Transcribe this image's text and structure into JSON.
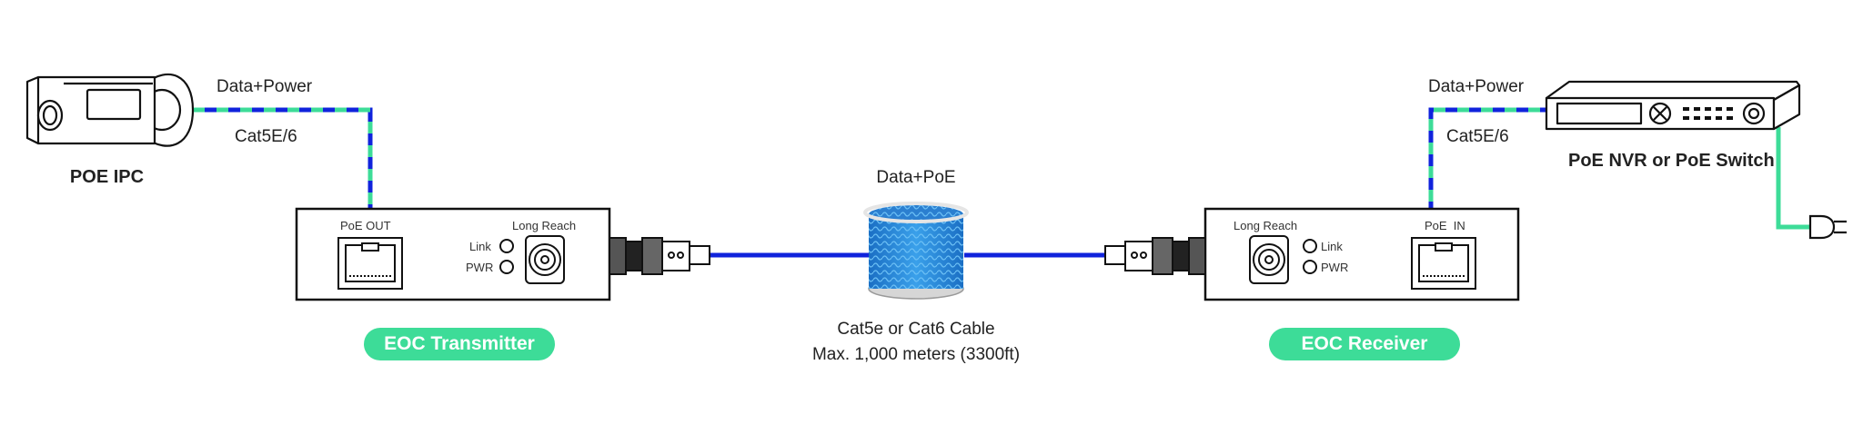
{
  "colors": {
    "cable_blue": "#1023dc",
    "cable_green": "#3ddc98",
    "pill_green": "#3ddc98",
    "spool_blue": "#2c8ee0",
    "device_stroke": "#111111"
  },
  "camera": {
    "label": "POE IPC"
  },
  "camera_link": {
    "top_label": "Data+Power",
    "bottom_label": "Cat5E/6"
  },
  "transmitter": {
    "port_label": "PoE OUT",
    "link_label": "Link",
    "pwr_label": "PWR",
    "bnc_label": "Long Reach",
    "name": "EOC Transmitter"
  },
  "spool": {
    "top_label": "Data+PoE",
    "caption_line1": "Cat5e or Cat6 Cable",
    "caption_line2": "Max. 1,000 meters (3300ft)"
  },
  "receiver": {
    "port_label": "PoE  IN",
    "link_label": "Link",
    "pwr_label": "PWR",
    "bnc_label": "Long Reach",
    "name": "EOC Receiver"
  },
  "nvr_link": {
    "top_label": "Data+Power",
    "bottom_label": "Cat5E/6"
  },
  "nvr": {
    "label": "PoE NVR or PoE Switch"
  },
  "icons": {
    "camera": "bullet-camera-icon",
    "rj45": "rj45-port-icon",
    "bnc": "bnc-connector-icon",
    "spool": "cable-spool-icon",
    "nvr": "nvr-device-icon",
    "plug": "power-plug-icon"
  }
}
